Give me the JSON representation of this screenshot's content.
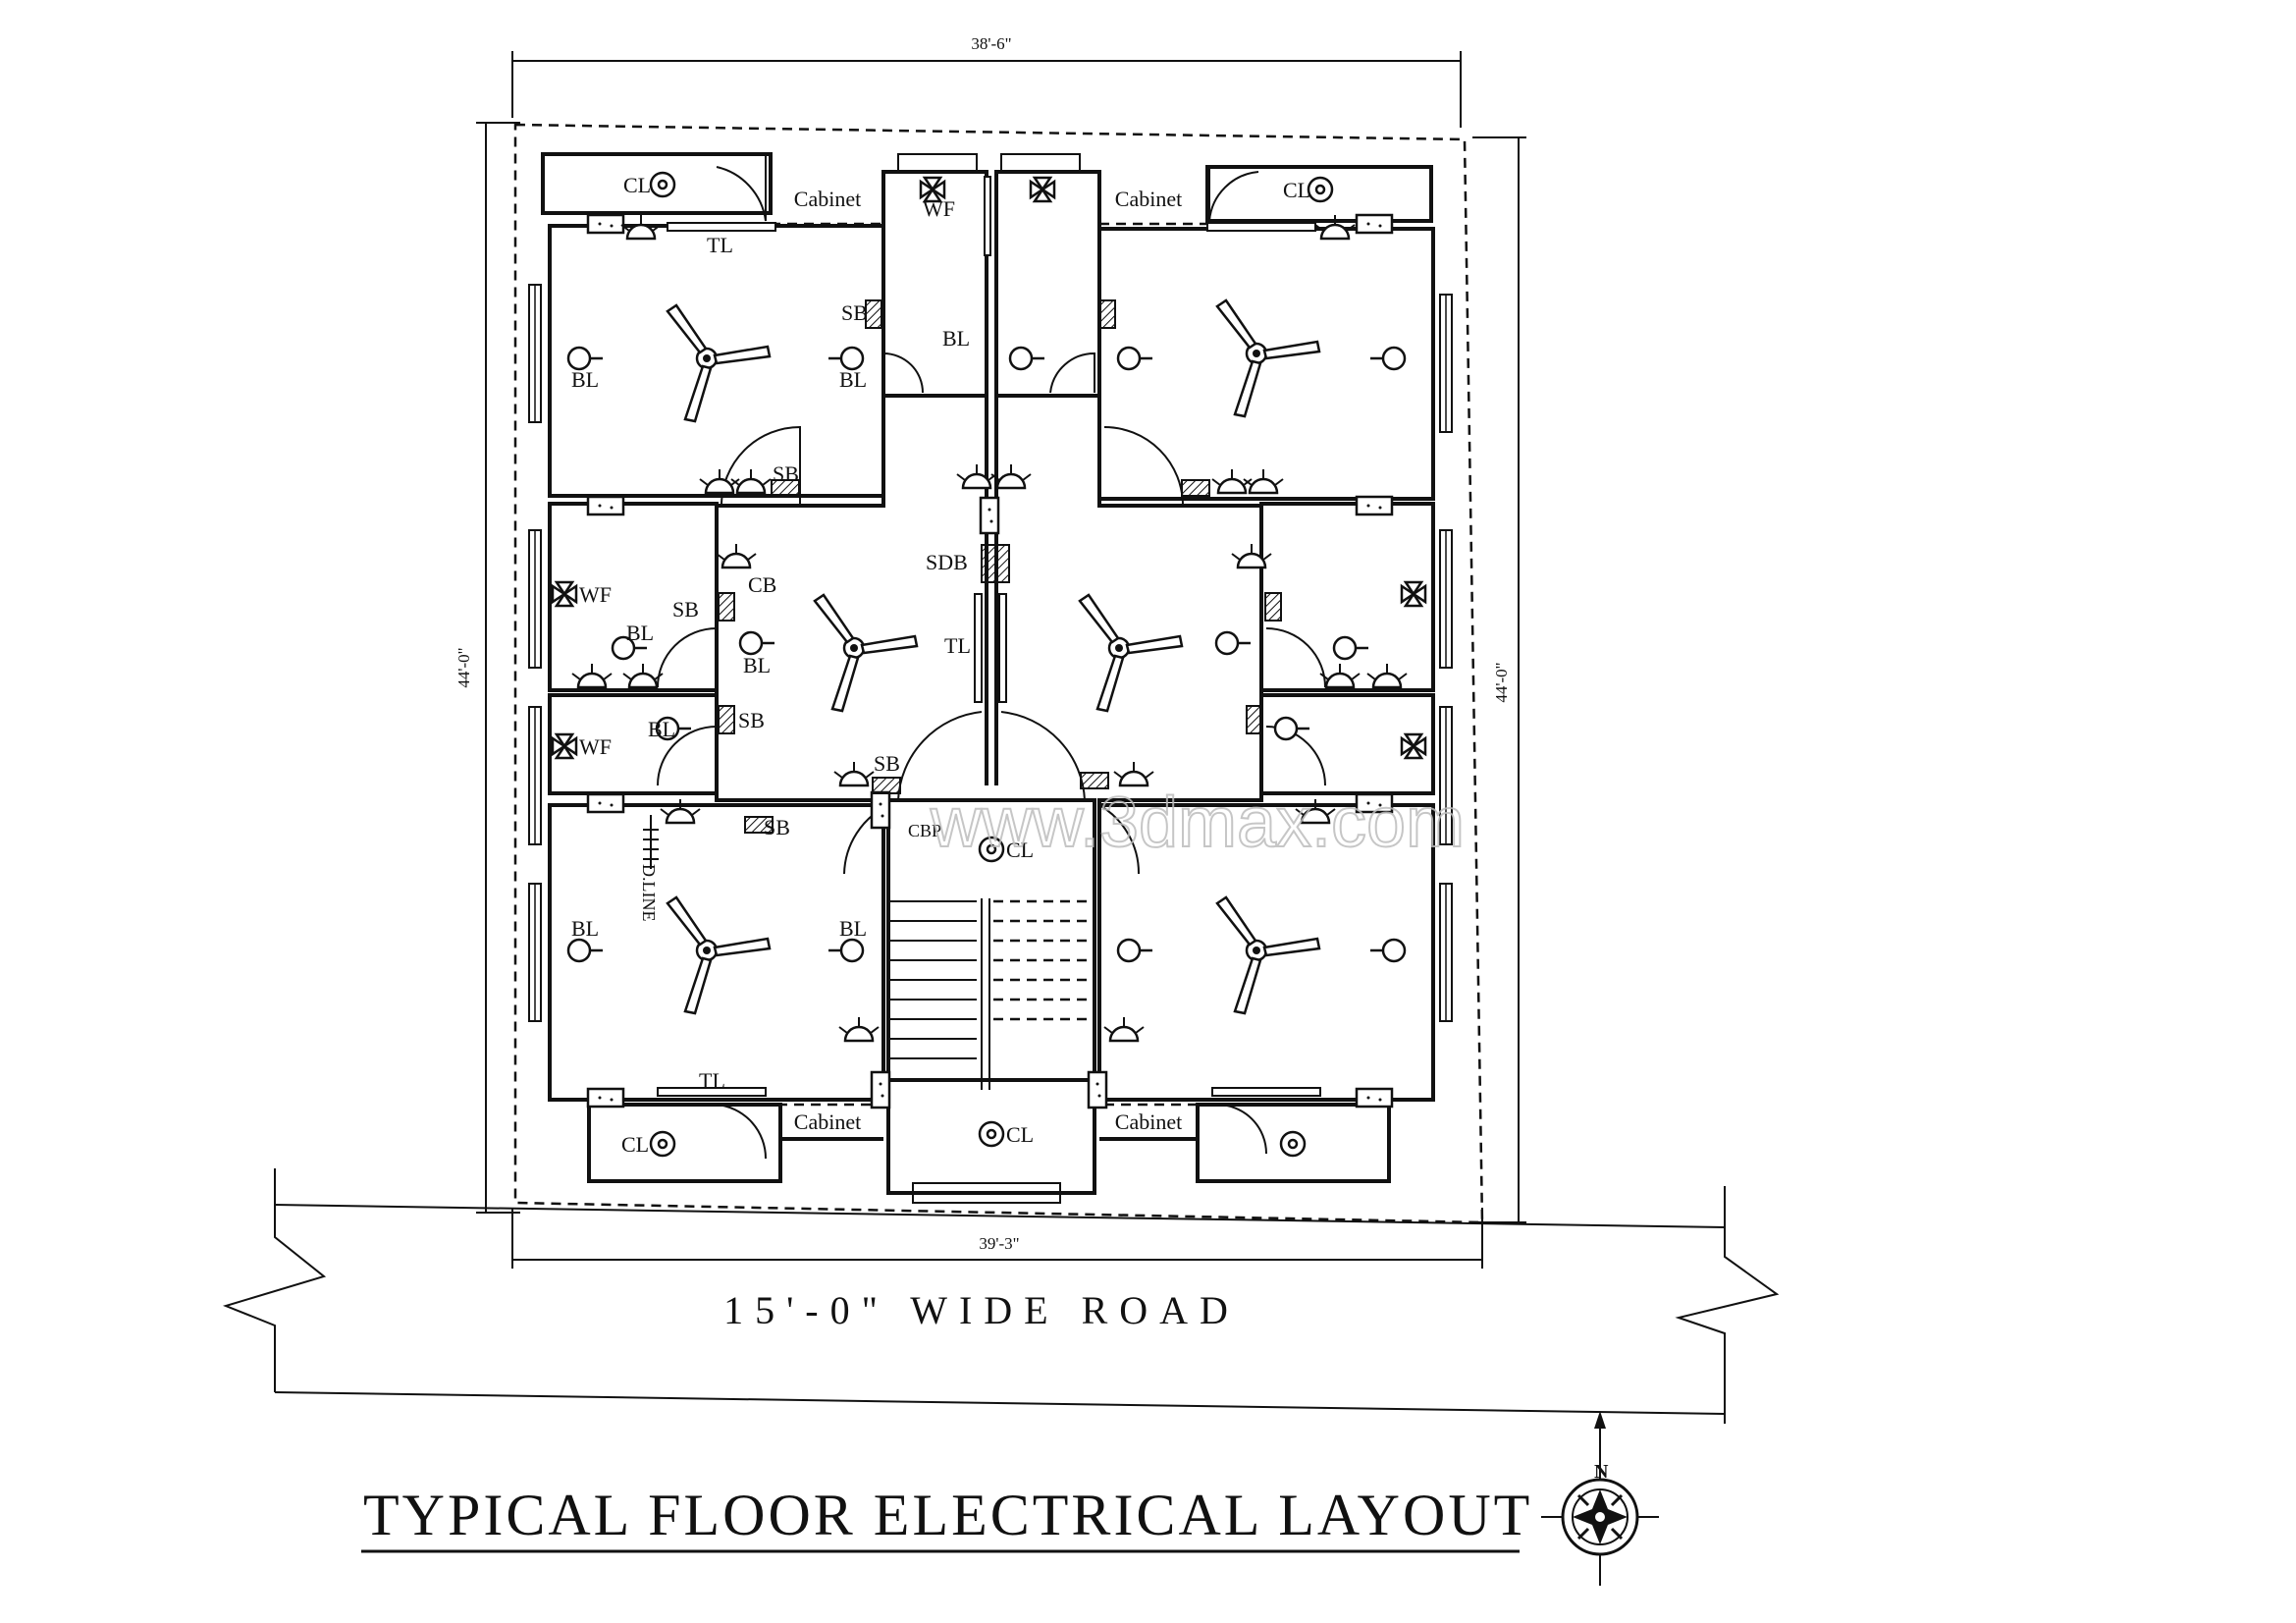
{
  "title": "TYPICAL FLOOR ELECTRICAL LAYOUT",
  "road_label": "15'-0\" WIDE ROAD",
  "dimensions": {
    "top": "38'-6\"",
    "bottom": "39'-3\"",
    "left": "44'-0\"",
    "right": "44'-0\""
  },
  "watermark": "www.3dmax.com",
  "compass_label": "N",
  "cabinet_label": "Cabinet",
  "labels": {
    "cl": "CL",
    "wf": "WF",
    "tl": "TL",
    "sb": "SB",
    "bl": "BL",
    "cb": "CB",
    "sdb": "SDB",
    "cbp": "CBP",
    "dline": "D.LINE"
  },
  "colors": {
    "ink": "#111111",
    "paper": "#ffffff",
    "watermark": "#bdbdbd"
  }
}
